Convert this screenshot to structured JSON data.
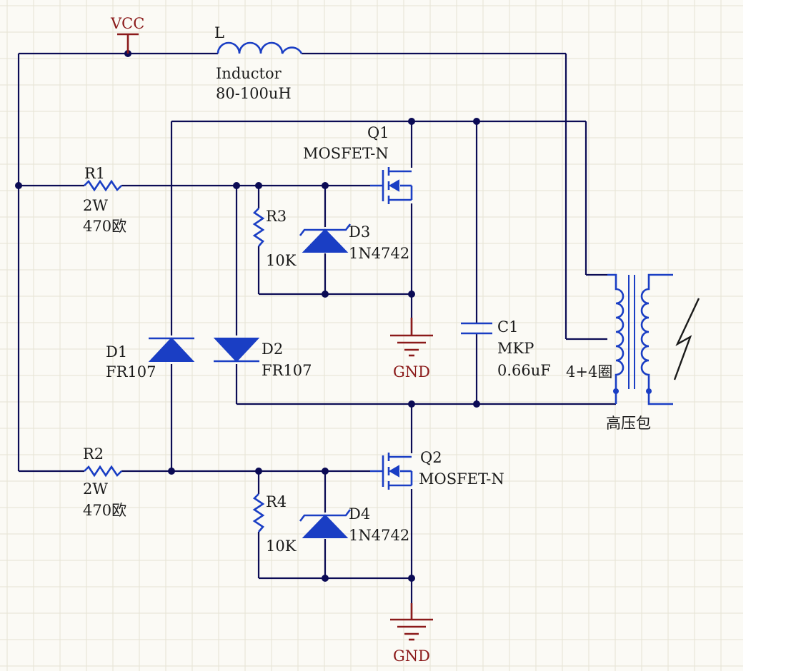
{
  "labels": {
    "vcc": "VCC",
    "inductor_ref": "L",
    "inductor_name": "Inductor",
    "inductor_value": "80-100uH",
    "q1_ref": "Q1",
    "q1_type": "MOSFET-N",
    "q2_ref": "Q2",
    "q2_type": "MOSFET-N",
    "r1_ref": "R1",
    "r1_power": "2W",
    "r1_value": "470欧",
    "r2_ref": "R2",
    "r2_power": "2W",
    "r2_value": "470欧",
    "r3_ref": "R3",
    "r3_value": "10K",
    "r4_ref": "R4",
    "r4_value": "10K",
    "d1_ref": "D1",
    "d1_part": "FR107",
    "d2_ref": "D2",
    "d2_part": "FR107",
    "d3_ref": "D3",
    "d3_part": "1N4742",
    "d4_ref": "D4",
    "d4_part": "1N4742",
    "c1_ref": "C1",
    "c1_type": "MKP",
    "c1_value": "0.66uF",
    "transformer_turns": "4+4圈",
    "transformer_name": "高压包",
    "gnd_top": "GND",
    "gnd_bottom": "GND"
  },
  "colors": {
    "wire": "#0b0b55",
    "component": "#1a3ec4",
    "power_symbol": "#8b1a1a",
    "grid_line": "#e6e3d3",
    "background": "#fbfaf5"
  }
}
